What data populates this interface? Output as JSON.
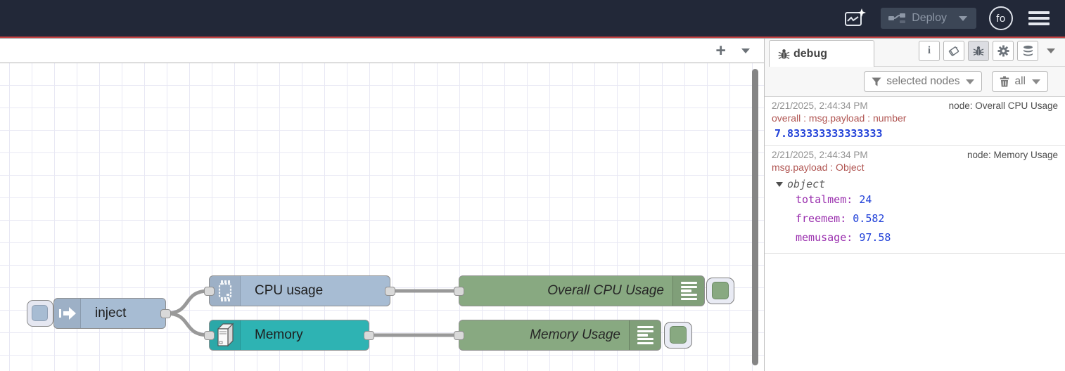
{
  "header": {
    "deploy_label": "Deploy",
    "avatar_label": "fo"
  },
  "canvas": {
    "add_button": "+"
  },
  "flow": {
    "nodes": [
      {
        "label": "inject"
      },
      {
        "label": "CPU usage"
      },
      {
        "label": "Memory"
      },
      {
        "label": "Overall CPU Usage"
      },
      {
        "label": "Memory Usage"
      }
    ]
  },
  "sidebar": {
    "tab_label": "debug",
    "info_glyph": "i",
    "filter_label": "selected nodes",
    "clear_label": "all"
  },
  "debug": {
    "messages": [
      {
        "timestamp": "2/21/2025, 2:44:34 PM",
        "node": "node: Overall CPU Usage",
        "meta": "overall : msg.payload : number",
        "value": "7.833333333333333"
      },
      {
        "timestamp": "2/21/2025, 2:44:34 PM",
        "node": "node: Memory Usage",
        "meta": "msg.payload : Object",
        "object_label": "object",
        "entries": [
          {
            "key": "totalmem:",
            "value": "24"
          },
          {
            "key": "freemem:",
            "value": "0.582"
          },
          {
            "key": "memusage:",
            "value": "97.58"
          }
        ]
      }
    ]
  },
  "colors": {
    "header_bg": "#222838",
    "accent_red": "#c74343",
    "inject_node": "#a7bcd3",
    "memory_node": "#2eb3b3",
    "debug_node": "#88a981",
    "debug_meta": "#b05552",
    "debug_key": "#9a2fae",
    "debug_value": "#2040d8"
  }
}
